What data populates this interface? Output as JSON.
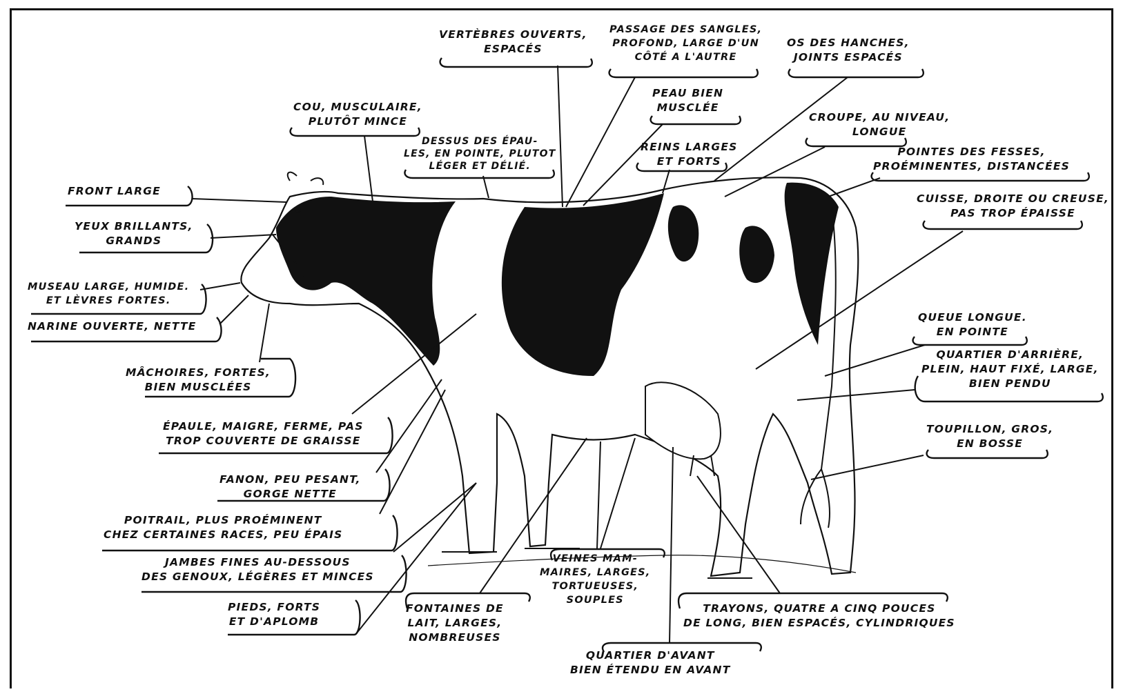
{
  "colors": {
    "ink": "#111111",
    "paper": "#ffffff"
  },
  "labels": {
    "vertebres": [
      "VERTÈBRES OUVERTS,",
      "ESPACÉS"
    ],
    "passage": [
      "PASSAGE DES SANGLES,",
      "PROFOND, LARGE D'UN",
      "CÔTÉ A L'AUTRE"
    ],
    "hanches": [
      "OS DES HANCHES,",
      "JOINTS ESPACÉS"
    ],
    "peau": [
      "PEAU BIEN",
      "MUSCLÉE"
    ],
    "cou": [
      "COU, MUSCULAIRE,",
      "PLUTÔT MINCE"
    ],
    "dessus": [
      "DESSUS DES ÉPAU-",
      "LES, EN POINTE, PLUTOT",
      "LÉGER ET DÉLIÉ."
    ],
    "reins": [
      "REINS LARGES",
      "ET FORTS"
    ],
    "croupe": [
      "CROUPE, AU NIVEAU,",
      "LONGUE"
    ],
    "pointes": [
      "POINTES DES FESSES,",
      "PROÉMINENTES, DISTANCÉES"
    ],
    "front": [
      "FRONT LARGE"
    ],
    "yeux": [
      "YEUX BRILLANTS,",
      "GRANDS"
    ],
    "cuisse": [
      "CUISSE, DROITE OU CREUSE,",
      "PAS TROP ÉPAISSE"
    ],
    "museau": [
      "MUSEAU LARGE, HUMIDE.",
      "ET LÈVRES FORTES."
    ],
    "narine": [
      "NARINE OUVERTE, NETTE"
    ],
    "queue": [
      "QUEUE LONGUE.",
      "EN POINTE"
    ],
    "machoires": [
      "MÂCHOIRES, FORTES,",
      "BIEN MUSCLÉES"
    ],
    "quartier_ar": [
      "QUARTIER D'ARRIÈRE,",
      "PLEIN, HAUT FIXÉ, LARGE,",
      "BIEN PENDU"
    ],
    "epaule": [
      "ÉPAULE, MAIGRE, FERME, PAS",
      "TROP COUVERTE DE GRAISSE"
    ],
    "toupillon": [
      "TOUPILLON, GROS,",
      "EN BOSSE"
    ],
    "fanon": [
      "FANON, PEU PESANT,",
      "GORGE NETTE"
    ],
    "poitrail": [
      "POITRAIL, PLUS PROÉMINENT",
      "CHEZ CERTAINES RACES, PEU ÉPAIS"
    ],
    "jambes": [
      "JAMBES FINES AU-DESSOUS",
      "DES GENOUX, LÉGÈRES ET MINCES"
    ],
    "veines": [
      "VEINES MAM-",
      "MAIRES, LARGES,",
      "TORTUEUSES,",
      "SOUPLES"
    ],
    "pieds": [
      "PIEDS, FORTS",
      "ET D'APLOMB"
    ],
    "fontaines": [
      "FONTAINES DE",
      "LAIT, LARGES,",
      "NOMBREUSES"
    ],
    "trayons": [
      "TRAYONS, QUATRE A CINQ POUCES",
      "DE LONG, BIEN ESPACÉS, CYLINDRIQUES"
    ],
    "quartier_av": [
      "QUARTIER D'AVANT",
      "BIEN ÉTENDU EN AVANT"
    ]
  }
}
